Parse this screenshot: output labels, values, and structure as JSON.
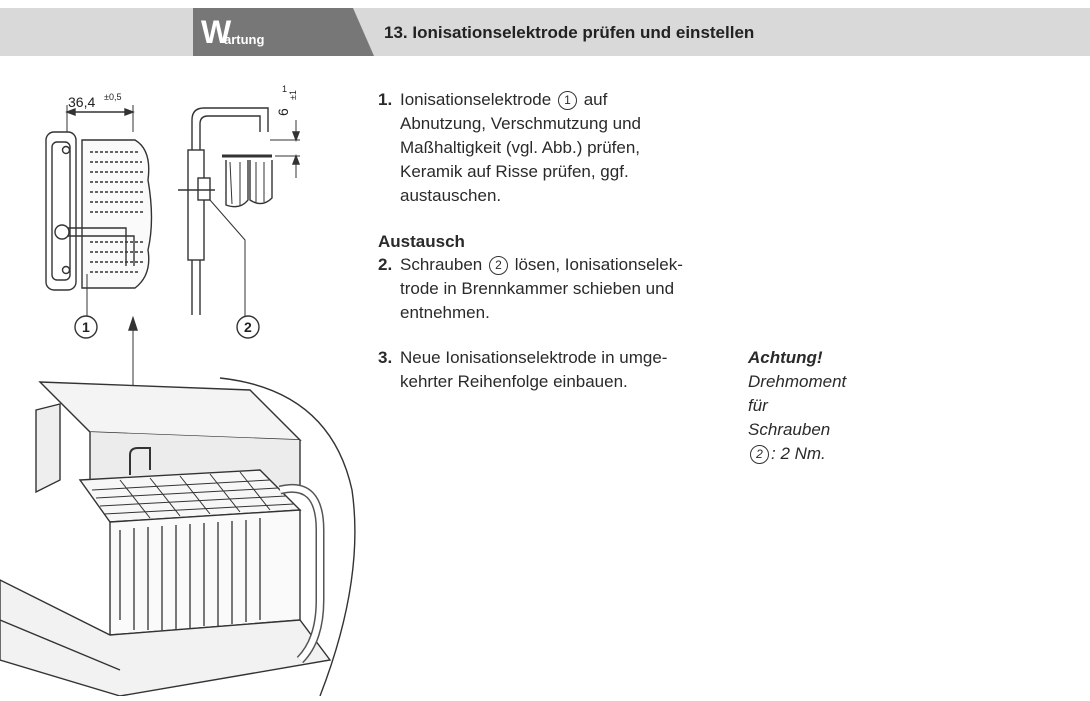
{
  "header": {
    "section_initial": "W",
    "section_rest": "artung",
    "title": "13. Ionisationselektrode prüfen und einstellen"
  },
  "figure": {
    "dim_width": "36,4",
    "dim_width_tol": "±0,5",
    "dim_gap": "6",
    "dim_gap_tol": "±1",
    "dim_gap_tol2": "1",
    "callout_1": "1",
    "callout_2": "2"
  },
  "steps": {
    "s1_num": "1.",
    "s1_a": "Ionisationselektrode",
    "s1_ref": "1",
    "s1_b": "auf",
    "s1_c": "Abnutzung, Verschmutzung und",
    "s1_d": "Maßhaltigkeit (vgl. Abb.) prüfen,",
    "s1_e": "Keramik auf Risse prüfen, ggf.",
    "s1_f": "austauschen.",
    "subhead": "Austausch",
    "s2_num": "2.",
    "s2_a": "Schrauben",
    "s2_ref": "2",
    "s2_b": "lösen, Ionisationselek-",
    "s2_c": "trode in Brennkammer schieben und",
    "s2_d": "entnehmen.",
    "s3_num": "3.",
    "s3_a": "Neue Ionisationselektrode in umge-",
    "s3_b": "kehrter Reihenfolge einbauen."
  },
  "note": {
    "title": "Achtung!",
    "text_a": "Drehmoment für Schrauben",
    "ref": "2",
    "text_b": ": 2 Nm."
  }
}
